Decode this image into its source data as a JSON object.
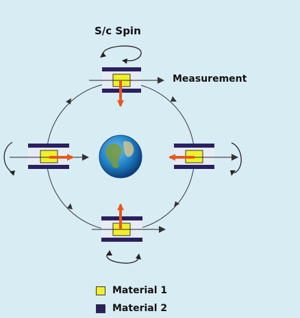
{
  "labels": {
    "spin": "S/c Spin",
    "measurement": "Measurement"
  },
  "legend": [
    {
      "label": "Material 1",
      "color": "#f0f02a"
    },
    {
      "label": "Material 2",
      "color": "#2a2060"
    }
  ],
  "colors": {
    "background": "#d8ecf4",
    "orbit": "#333333",
    "arrow": "#e8571c",
    "material1": "#f0f02a",
    "material2": "#2a2060"
  },
  "icons": [
    "earth-icon",
    "spin-arrow-icon",
    "measurement-arrow-icon",
    "orbit-arrow-icon"
  ]
}
